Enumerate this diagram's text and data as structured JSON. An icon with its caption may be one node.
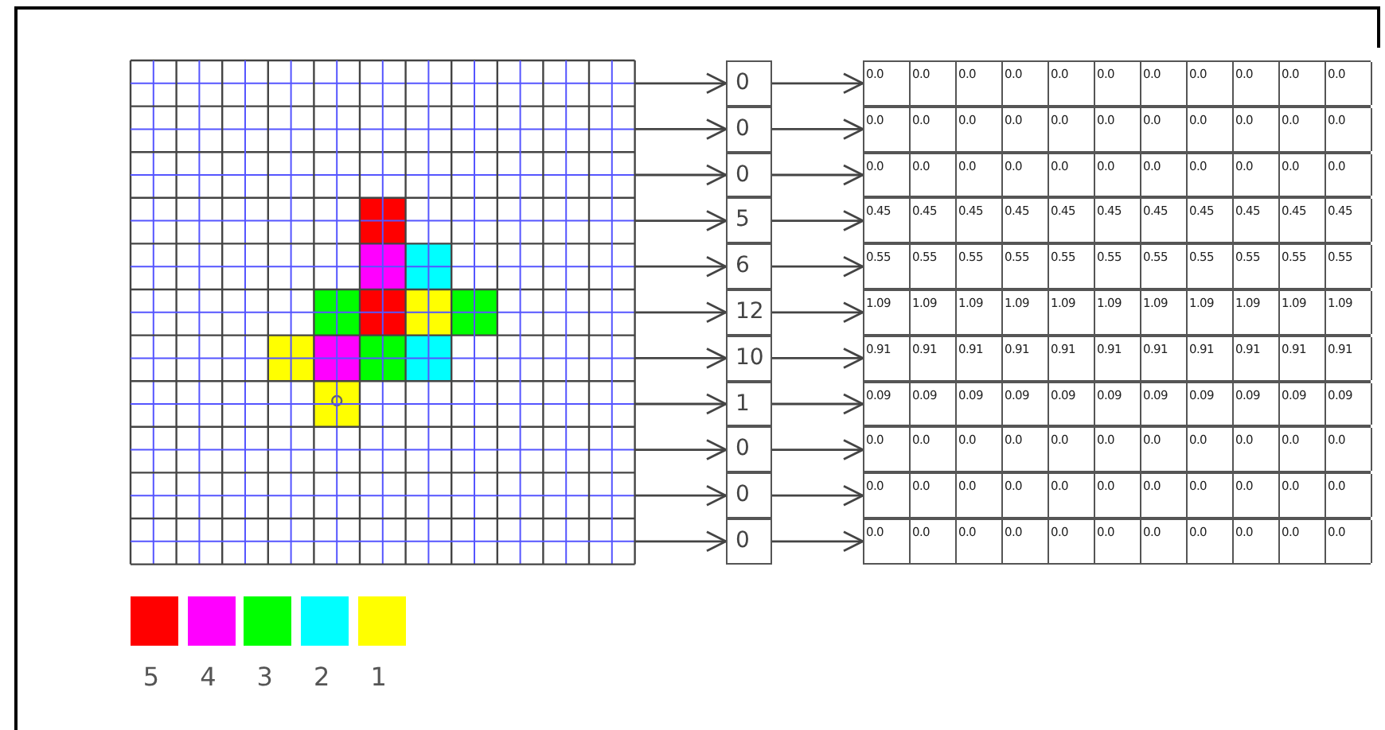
{
  "diagram": {
    "nodes": [
      {
        "text": [],
        "shape": "picture"
      },
      {
        "text": [
          "0"
        ]
      },
      {
        "text": [
          "0"
        ]
      },
      {
        "text": [
          "0"
        ]
      },
      {
        "text": [
          "5"
        ]
      },
      {
        "text": [
          "6"
        ]
      },
      {
        "text": [
          "12"
        ]
      },
      {
        "text": [
          "10"
        ]
      },
      {
        "text": [
          "1"
        ]
      },
      {
        "text": [
          "0"
        ]
      },
      {
        "text": [
          "0"
        ]
      },
      {
        "text": [
          "0"
        ]
      },
      {
        "text": [
          "0.0",
          "0.0",
          "0.0",
          "0.0",
          "0.0",
          "0.0",
          "0.0",
          "0.0",
          "0.0",
          "0.0",
          "0.0"
        ]
      },
      {
        "text": [
          "0.0",
          "0.0",
          "0.0",
          "0.0",
          "0.0",
          "0.0",
          "0.0",
          "0.0",
          "0.0",
          "0.0",
          "0.0"
        ]
      },
      {
        "text": [
          "0.0",
          "0.0",
          "0.0",
          "0.0",
          "0.0",
          "0.0",
          "0.0",
          "0.0",
          "0.0",
          "0.0",
          "0.0"
        ]
      },
      {
        "text": [
          "0.45",
          "0.45",
          "0.45",
          "0.45",
          "0.45",
          "0.45",
          "0.45",
          "0.45",
          "0.45",
          "0.45",
          "0.45"
        ]
      },
      {
        "text": [
          "0.55",
          "0.55",
          "0.55",
          "0.55",
          "0.55",
          "0.55",
          "0.55",
          "0.55",
          "0.55",
          "0.55",
          "0.55"
        ]
      },
      {
        "text": [
          "1.09",
          "1.09",
          "1.09",
          "1.09",
          "1.09",
          "1.09",
          "1.09",
          "1.09",
          "1.09",
          "1.09",
          "1.09"
        ]
      },
      {
        "text": [
          "0.91",
          "0.91",
          "0.91",
          "0.91",
          "0.91",
          "0.91",
          "0.91",
          "0.91",
          "0.91",
          "0.91",
          "0.91"
        ]
      },
      {
        "text": [
          "0.09",
          "0.09",
          "0.09",
          "0.09",
          "0.09",
          "0.09",
          "0.09",
          "0.09",
          "0.09",
          "0.09",
          "0.09"
        ]
      },
      {
        "text": [
          "0.0",
          "0.0",
          "0.0",
          "0.0",
          "0.0",
          "0.0",
          "0.0",
          "0.0",
          "0.0",
          "0.0",
          "0.0"
        ]
      },
      {
        "text": [
          "0.0",
          "0.0",
          "0.0",
          "0.0",
          "0.0",
          "0.0",
          "0.0",
          "0.0",
          "0.0",
          "0.0",
          "0.0"
        ]
      },
      {
        "text": [
          "0.0",
          "0.0",
          "0.0",
          "0.0",
          "0.0",
          "0.0",
          "0.0",
          "0.0",
          "0.0",
          "0.0",
          "0.0"
        ]
      }
    ],
    "edges": [
      {
        "from": 0,
        "to": 1,
        "arrow": "to"
      },
      {
        "from": 0,
        "to": 2,
        "arrow": "to"
      },
      {
        "from": 0,
        "to": 3,
        "arrow": "to"
      },
      {
        "from": 0,
        "to": 4,
        "arrow": "to"
      },
      {
        "from": 0,
        "to": 5,
        "arrow": "to"
      },
      {
        "from": 0,
        "to": 6,
        "arrow": "to"
      },
      {
        "from": 0,
        "to": 7,
        "arrow": "to"
      },
      {
        "from": 0,
        "to": 8,
        "arrow": "to"
      },
      {
        "from": 0,
        "to": 9,
        "arrow": "to"
      },
      {
        "from": 0,
        "to": 10,
        "arrow": "to"
      },
      {
        "from": 0,
        "to": 11,
        "arrow": "to"
      },
      {
        "from": 1,
        "to": 12,
        "arrow": "to"
      },
      {
        "from": 2,
        "to": 13,
        "arrow": "to"
      },
      {
        "from": 3,
        "to": 14,
        "arrow": "to"
      },
      {
        "from": 4,
        "to": 15,
        "arrow": "to"
      },
      {
        "from": 5,
        "to": 16,
        "arrow": "to"
      },
      {
        "from": 6,
        "to": 17,
        "arrow": "to"
      },
      {
        "from": 7,
        "to": 18,
        "arrow": "to"
      },
      {
        "from": 8,
        "to": 19,
        "arrow": "to"
      },
      {
        "from": 9,
        "to": 20,
        "arrow": "to"
      },
      {
        "from": 10,
        "to": 21,
        "arrow": "to"
      },
      {
        "from": 11,
        "to": 22,
        "arrow": "to"
      }
    ],
    "legend": [
      {
        "text": "5",
        "color": "#ff0000"
      },
      {
        "text": "4",
        "color": "#ff00ff"
      },
      {
        "text": "3",
        "color": "#00ff00"
      },
      {
        "text": "2",
        "color": "#00ffff"
      },
      {
        "text": "1",
        "color": "#ffff00"
      }
    ]
  }
}
